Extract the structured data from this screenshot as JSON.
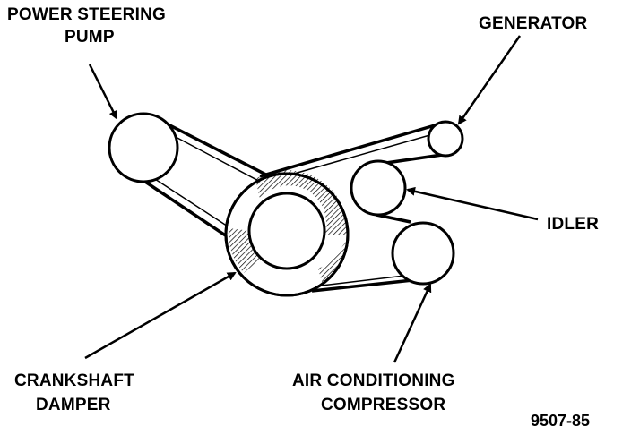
{
  "labels": {
    "power_steering_pump_line1": "POWER STEERING",
    "power_steering_pump_line2": "PUMP",
    "generator": "GENERATOR",
    "idler": "IDLER",
    "crankshaft_damper_line1": "CRANKSHAFT",
    "crankshaft_damper_line2": "DAMPER",
    "air_conditioning_compressor_line1": "AIR CONDITIONING",
    "air_conditioning_compressor_line2": "COMPRESSOR"
  },
  "figure_id": "9507-85"
}
